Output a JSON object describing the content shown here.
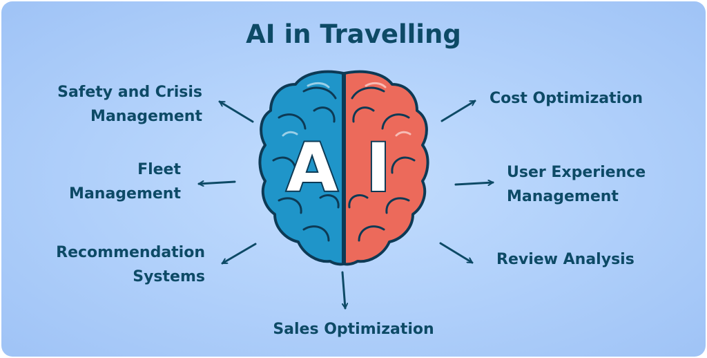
{
  "title": "AI in Travelling",
  "center_label": {
    "a": "A",
    "i": "I"
  },
  "nodes": {
    "safety": {
      "line1": "Safety and Crisis",
      "line2": "Management"
    },
    "fleet": {
      "line1": "Fleet",
      "line2": "Management"
    },
    "recommendation": {
      "line1": "Recommendation",
      "line2": "Systems"
    },
    "sales": {
      "line1": "Sales Optimization"
    },
    "cost": {
      "line1": "Cost Optimization"
    },
    "user_experience": {
      "line1": "User Experience",
      "line2": "Management"
    },
    "review": {
      "line1": "Review Analysis"
    }
  },
  "colors": {
    "text": "#0d4a66",
    "brain_left": "#1f95c9",
    "brain_right": "#ec6a5b",
    "outline": "#0d3a55",
    "background": "#b3d2fb"
  },
  "icons": [
    "brain-icon",
    "arrow-icon"
  ]
}
